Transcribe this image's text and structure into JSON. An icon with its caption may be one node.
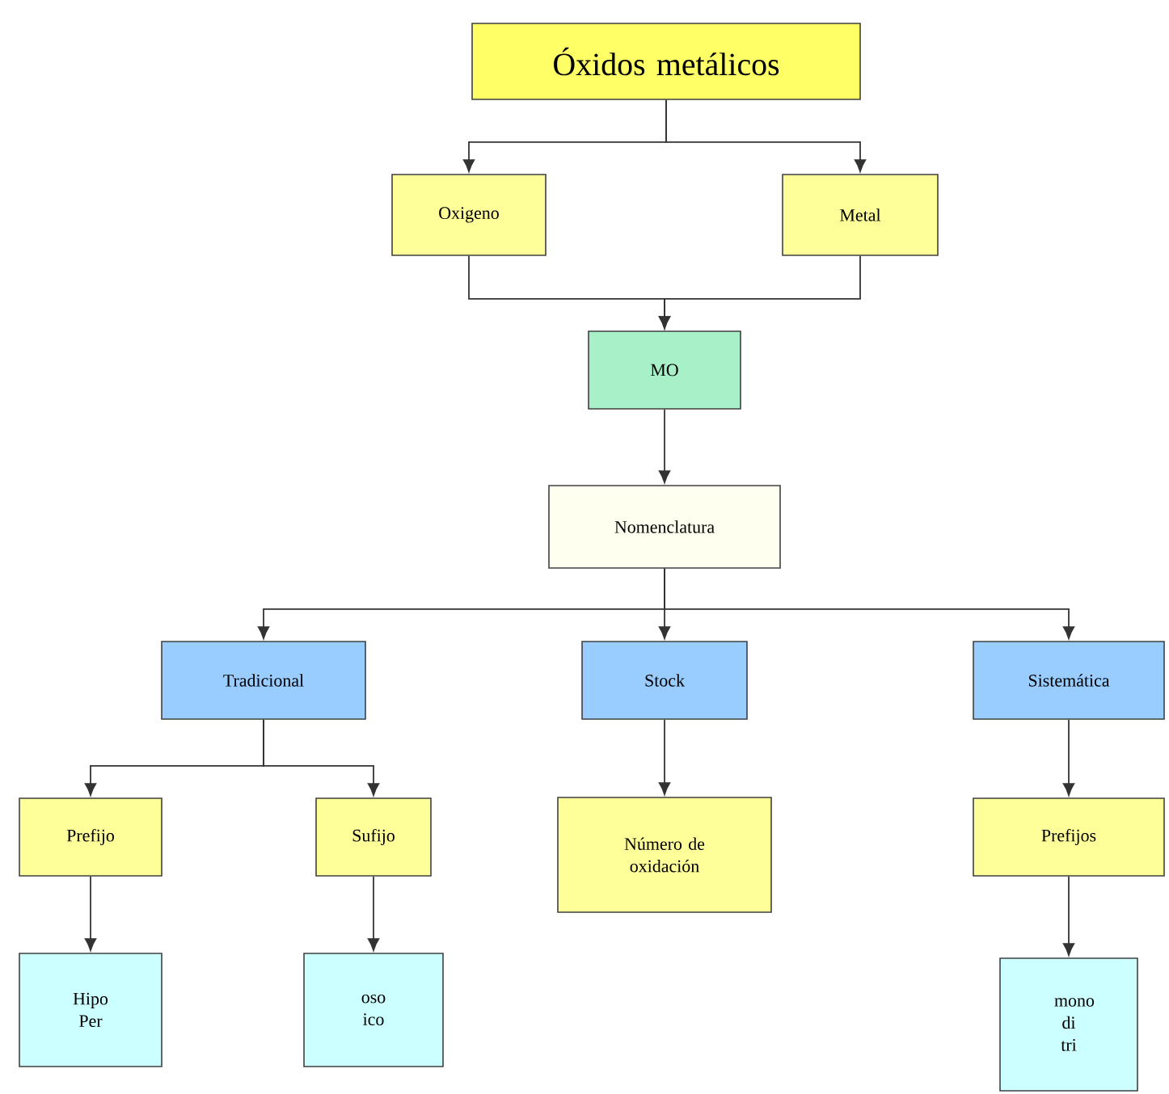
{
  "diagram": {
    "nodes": [
      {
        "text": [
          "Óxidos metálicos"
        ]
      },
      {
        "text": [
          "Oxigeno"
        ]
      },
      {
        "text": [
          "Metal"
        ]
      },
      {
        "text": [
          "MO"
        ]
      },
      {
        "text": [
          "Nomenclatura"
        ]
      },
      {
        "text": [
          "Tradicional"
        ]
      },
      {
        "text": [
          "Stock"
        ]
      },
      {
        "text": [
          "Sistemática"
        ]
      },
      {
        "text": [
          "Prefijo"
        ]
      },
      {
        "text": [
          "Sufijo"
        ]
      },
      {
        "text": [
          "Número de oxidación"
        ]
      },
      {
        "text": [
          "Prefijos"
        ]
      },
      {
        "text": [
          "Hipo Per"
        ]
      },
      {
        "text": [
          "oso ico"
        ]
      },
      {
        "text": [
          "mono di tri"
        ]
      }
    ],
    "edges": [
      {
        "from": 0,
        "to": 1,
        "arrow": "to"
      },
      {
        "from": 0,
        "to": 2,
        "arrow": "to"
      },
      {
        "from": 1,
        "to": 3,
        "arrow": "to"
      },
      {
        "from": 2,
        "to": 3,
        "arrow": "to"
      },
      {
        "from": 3,
        "to": 4,
        "arrow": "to"
      },
      {
        "from": 4,
        "to": 5,
        "arrow": "to"
      },
      {
        "from": 4,
        "to": 6,
        "arrow": "to"
      },
      {
        "from": 4,
        "to": 7,
        "arrow": "to"
      },
      {
        "from": 5,
        "to": 8,
        "arrow": "to"
      },
      {
        "from": 5,
        "to": 9,
        "arrow": "to"
      },
      {
        "from": 6,
        "to": 10,
        "arrow": "to"
      },
      {
        "from": 7,
        "to": 11,
        "arrow": "to"
      },
      {
        "from": 8,
        "to": 12,
        "arrow": "to"
      },
      {
        "from": 9,
        "to": 13,
        "arrow": "to"
      },
      {
        "from": 11,
        "to": 14,
        "arrow": "to"
      }
    ]
  }
}
